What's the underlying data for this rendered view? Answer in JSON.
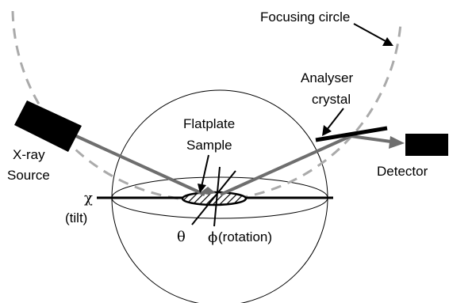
{
  "labels": {
    "focusing_circle": "Focusing circle",
    "analyser_line1": "Analyser",
    "analyser_line2": "crystal",
    "sample_line1": "Flatplate",
    "sample_line2": "Sample",
    "source_line1": "X-ray",
    "source_line2": "Source",
    "detector": "Detector",
    "chi": "χ",
    "tilt": "(tilt)",
    "theta": "θ",
    "phi": "ϕ",
    "rotation": "(rotation)"
  },
  "colors": {
    "beam": "#6e6e6e",
    "focusing_circle": "#aaaaaa",
    "outline": "#000000",
    "block": "#000000"
  }
}
